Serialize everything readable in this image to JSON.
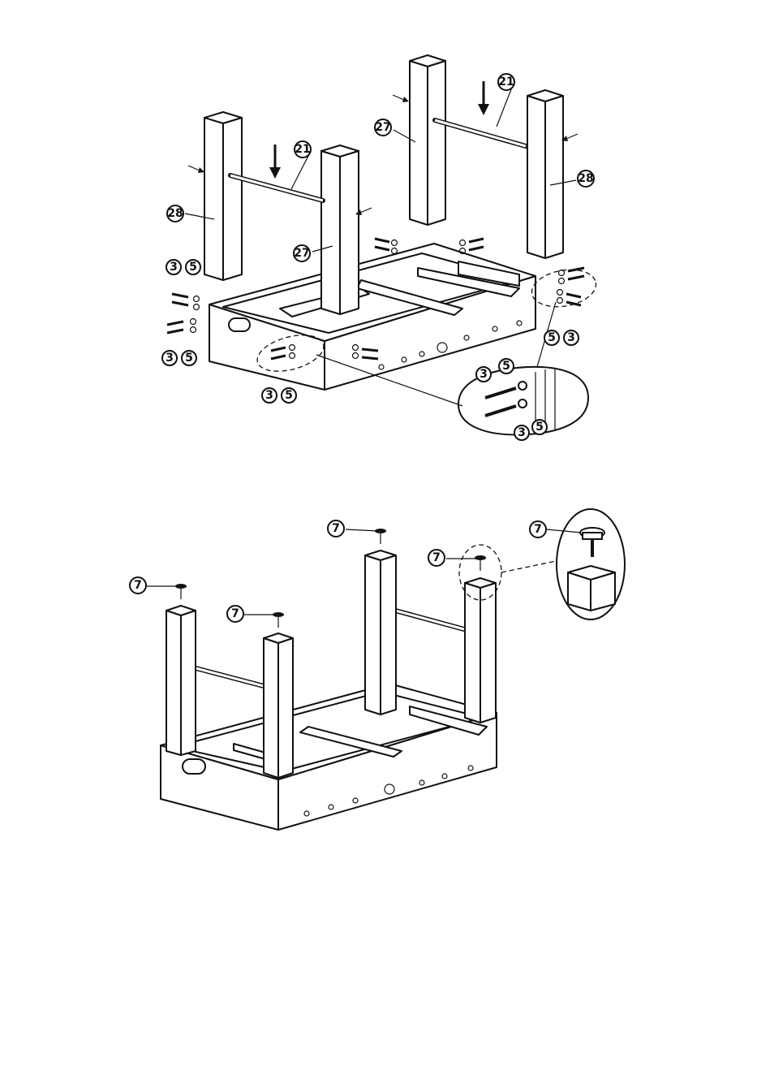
{
  "parts": {
    "p3": "3",
    "p5": "5",
    "p7": "7",
    "p21": "21",
    "p27": "27",
    "p28": "28"
  },
  "colors": {
    "ink": "#111111",
    "paper": "#ffffff"
  }
}
